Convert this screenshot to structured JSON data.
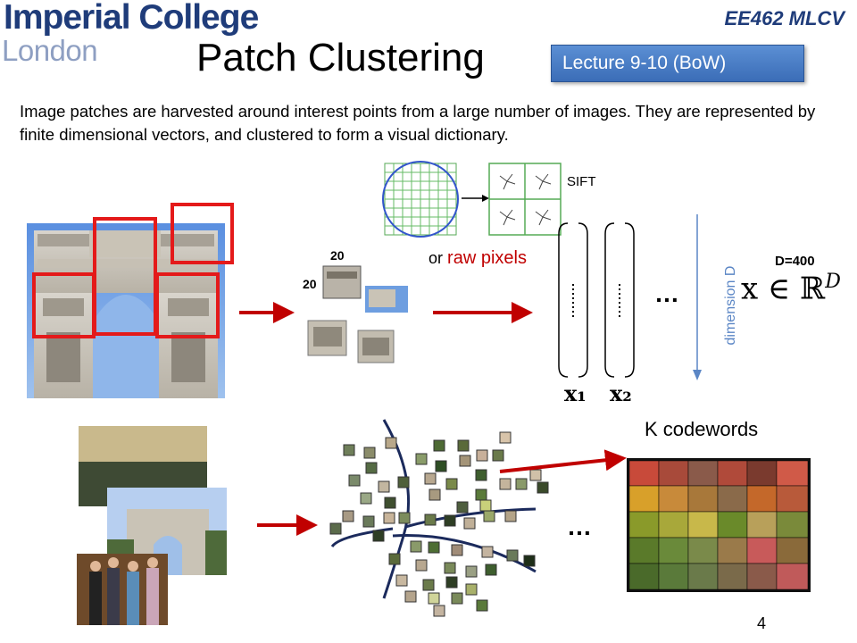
{
  "header": {
    "logo_line1": "Imperial College",
    "logo_line2": "London",
    "course": "EE462 MLCV",
    "title": "Patch Clustering",
    "lecture_badge": "Lecture 9-10 (BoW)"
  },
  "body": {
    "description": "Image patches are harvested around interest points from a large number of images. They are represented by finite dimensional vectors, and clustered to form a visual dictionary."
  },
  "figure": {
    "sift_label": "SIFT",
    "or_text": "or",
    "raw_pixels": "raw pixels",
    "patch_width": "20",
    "patch_height": "20",
    "dimension_label": "dimension D",
    "d_value": "D=400",
    "x1_label": "x₁",
    "x2_label": "x₂",
    "x_in_rd": "x ∈ ℝ",
    "x_in_rd_sup": "D",
    "ellipsis": "…",
    "k_codewords": "K codewords"
  },
  "footer": {
    "page_number": "4"
  },
  "colors": {
    "brand_blue": "#1f3c7a",
    "brand_light": "#8e9fc2",
    "badge_blue": "#4a7fc9",
    "accent_red": "#c00000",
    "dimension_blue": "#5b86c5",
    "curve_navy": "#1b2a5c"
  }
}
